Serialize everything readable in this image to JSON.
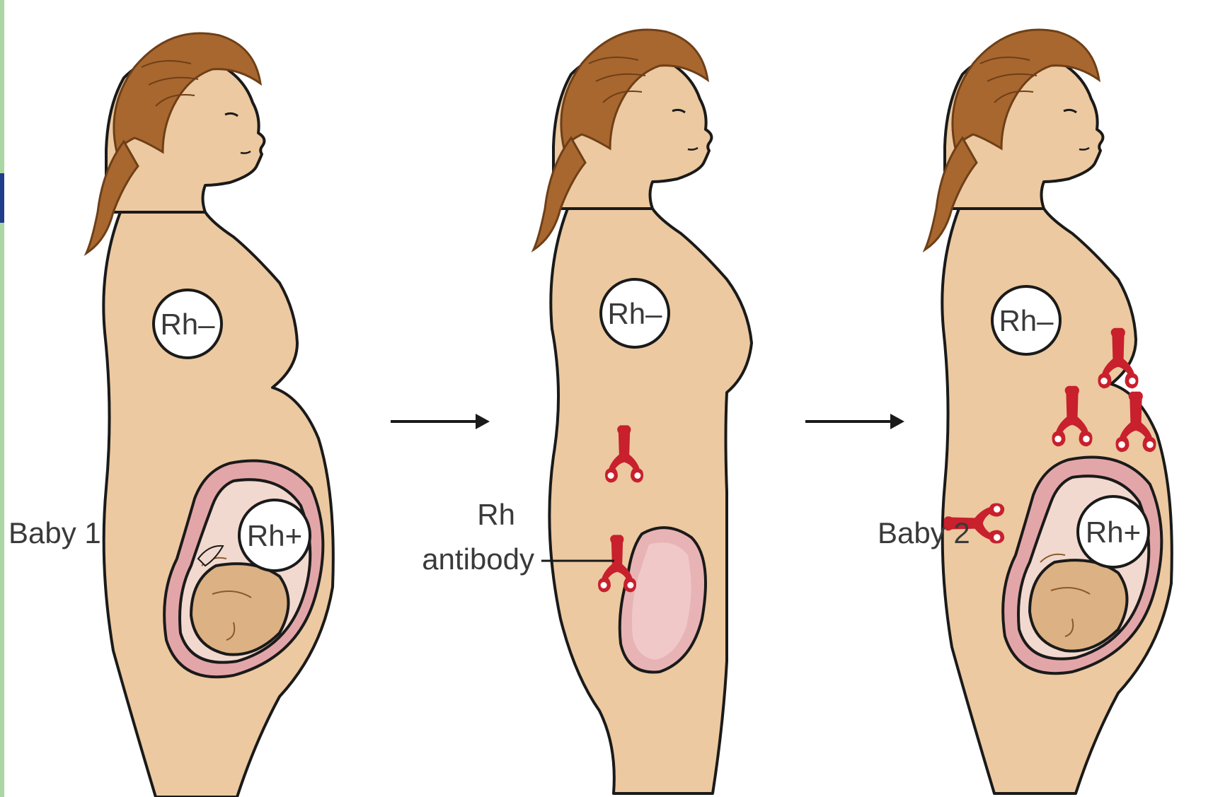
{
  "panels": [
    {
      "id": "first-pregnancy",
      "mother_label": "Rh–",
      "baby_label": "Rh+",
      "side_label": "Baby 1"
    },
    {
      "id": "after-delivery",
      "mother_label": "Rh–",
      "antibody_label_line1": "Rh",
      "antibody_label_line2": "antibody"
    },
    {
      "id": "second-pregnancy",
      "mother_label": "Rh–",
      "baby_label": "Rh+",
      "side_label": "Baby 2"
    }
  ],
  "colors": {
    "skin": "#ecc9a0",
    "hair": "#a8672f",
    "hair_dark": "#6e3f17",
    "uterus_pink": "#e3a6a8",
    "fetus": "#dcb183",
    "antibody": "#c8202d",
    "left_bar_green": "#a9d6a3",
    "left_bar_blue": "#1f3d8a"
  }
}
